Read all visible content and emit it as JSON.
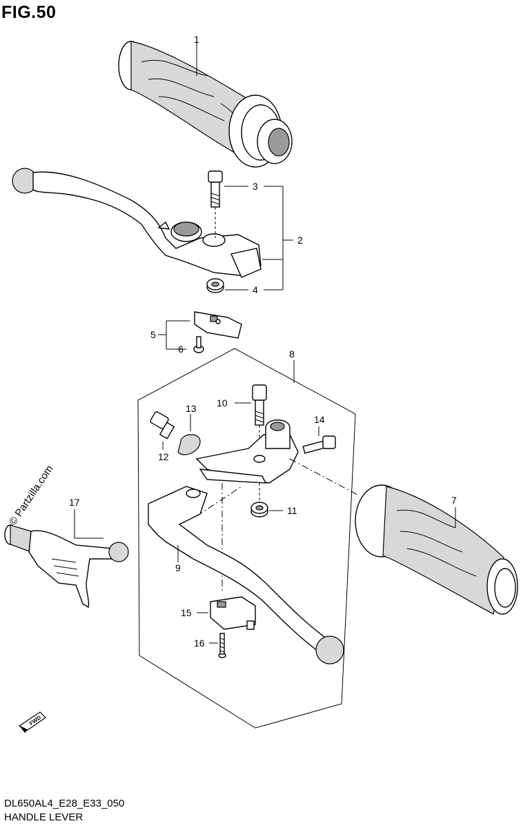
{
  "figure": {
    "title": "FIG.50"
  },
  "footer": {
    "code": "DL650AL4_E28_E33_050",
    "caption": "HANDLE LEVER"
  },
  "watermark": "© Partzilla.com",
  "fwd_label": "FWD",
  "part_numbers": [
    "1",
    "2",
    "3",
    "4",
    "5",
    "6",
    "7",
    "8",
    "9",
    "10",
    "11",
    "12",
    "13",
    "14",
    "15",
    "16",
    "17"
  ]
}
